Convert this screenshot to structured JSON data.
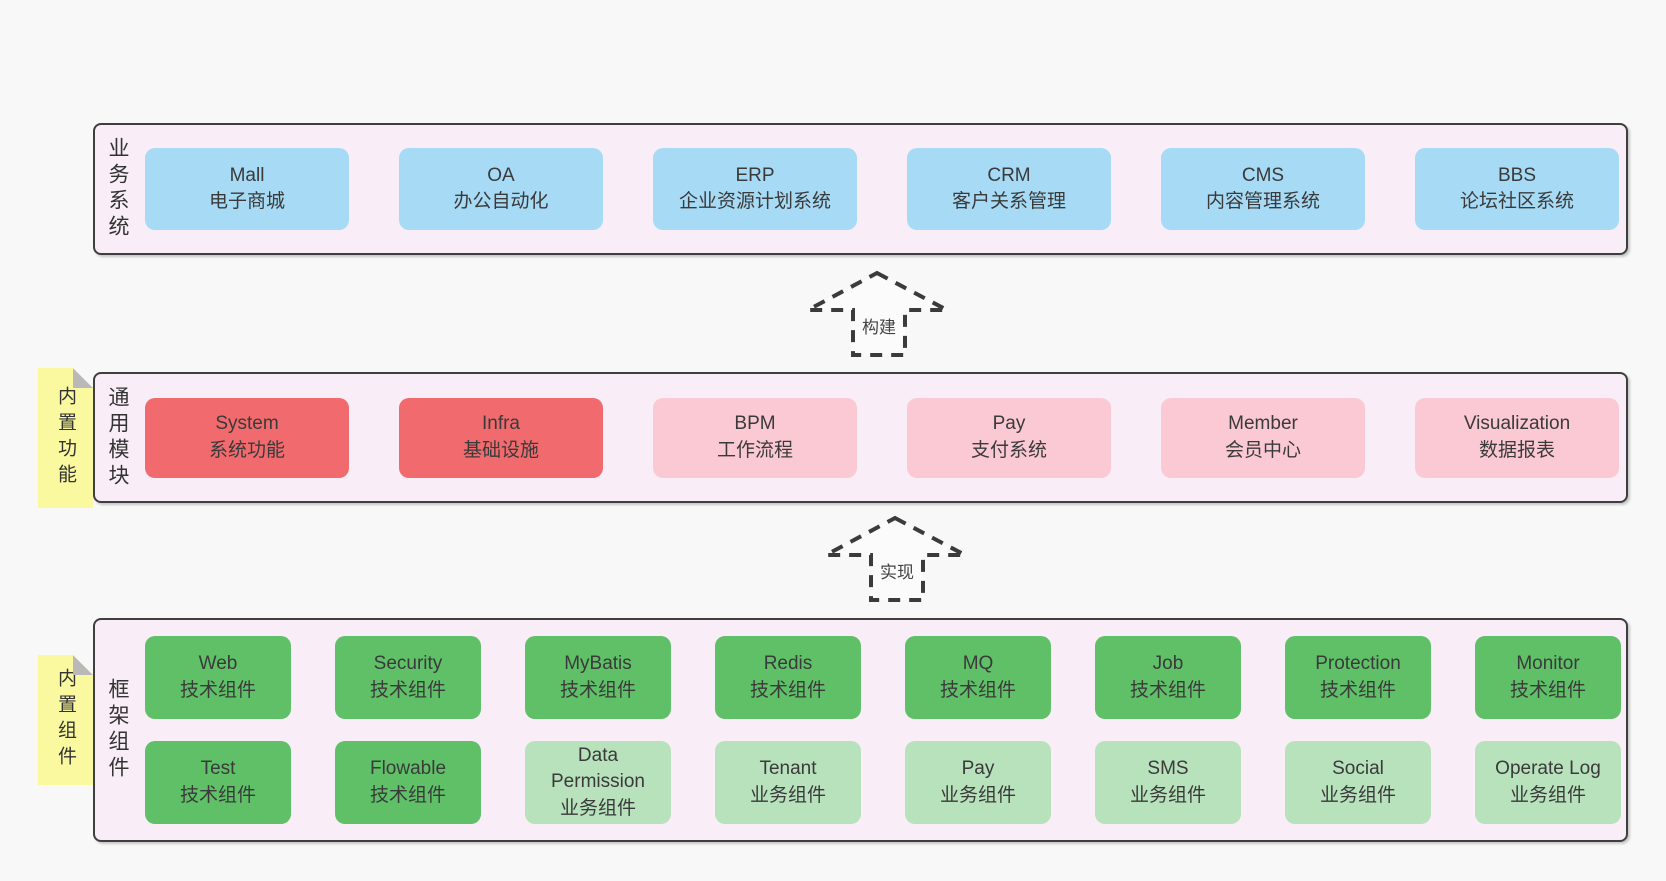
{
  "colors": {
    "page_bg": "#f8f8f8",
    "section_bg": "#f9eef7",
    "section_border": "#3f3f3f",
    "box_blue": "#a6daf5",
    "box_red": "#f16a6d",
    "box_pink": "#fbc9d3",
    "box_green": "#5fc068",
    "box_light_green": "#b7e2bc",
    "tab_yellow": "#fbf9a0",
    "tab_fold_gray": "#b9b9b9",
    "text": "#3a3a3a"
  },
  "arrows": [
    {
      "label": "构建"
    },
    {
      "label": "实现"
    }
  ],
  "sections": [
    {
      "label": "业务系统",
      "boxes": [
        {
          "name": "Mall",
          "sub": "电子商城"
        },
        {
          "name": "OA",
          "sub": "办公自动化"
        },
        {
          "name": "ERP",
          "sub": "企业资源计划系统"
        },
        {
          "name": "CRM",
          "sub": "客户关系管理"
        },
        {
          "name": "CMS",
          "sub": "内容管理系统"
        },
        {
          "name": "BBS",
          "sub": "论坛社区系统"
        }
      ]
    },
    {
      "label": "通用模块",
      "tab": "内置功能",
      "boxes": [
        {
          "name": "System",
          "sub": "系统功能",
          "color": "red"
        },
        {
          "name": "Infra",
          "sub": "基础设施",
          "color": "red"
        },
        {
          "name": "BPM",
          "sub": "工作流程",
          "color": "pink"
        },
        {
          "name": "Pay",
          "sub": "支付系统",
          "color": "pink"
        },
        {
          "name": "Member",
          "sub": "会员中心",
          "color": "pink"
        },
        {
          "name": "Visualization",
          "sub": "数据报表",
          "color": "pink"
        }
      ]
    },
    {
      "label": "框架组件",
      "tab": "内置组件",
      "rows": [
        [
          {
            "name": "Web",
            "sub": "技术组件",
            "color": "green"
          },
          {
            "name": "Security",
            "sub": "技术组件",
            "color": "green"
          },
          {
            "name": "MyBatis",
            "sub": "技术组件",
            "color": "green"
          },
          {
            "name": "Redis",
            "sub": "技术组件",
            "color": "green"
          },
          {
            "name": "MQ",
            "sub": "技术组件",
            "color": "green"
          },
          {
            "name": "Job",
            "sub": "技术组件",
            "color": "green"
          },
          {
            "name": "Protection",
            "sub": "技术组件",
            "color": "green"
          },
          {
            "name": "Monitor",
            "sub": "技术组件",
            "color": "green"
          }
        ],
        [
          {
            "name": "Test",
            "sub": "技术组件",
            "color": "green"
          },
          {
            "name": "Flowable",
            "sub": "技术组件",
            "color": "green"
          },
          {
            "name": "Data Permission",
            "sub": "业务组件",
            "color": "lightgreen"
          },
          {
            "name": "Tenant",
            "sub": "业务组件",
            "color": "lightgreen"
          },
          {
            "name": "Pay",
            "sub": "业务组件",
            "color": "lightgreen"
          },
          {
            "name": "SMS",
            "sub": "业务组件",
            "color": "lightgreen"
          },
          {
            "name": "Social",
            "sub": "业务组件",
            "color": "lightgreen"
          },
          {
            "name": "Operate Log",
            "sub": "业务组件",
            "color": "lightgreen"
          }
        ]
      ]
    }
  ]
}
